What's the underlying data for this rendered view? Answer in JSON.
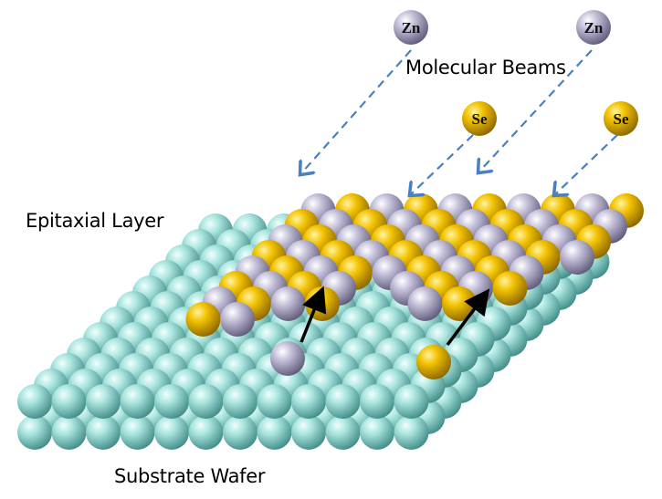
{
  "labels": {
    "molecular_beams": "Molecular Beams",
    "epitaxial_layer": "Epitaxial Layer",
    "substrate_wafer": "Substrate Wafer"
  },
  "beam_sources": [
    {
      "symbol": "Zn",
      "element": "zinc"
    },
    {
      "symbol": "Zn",
      "element": "zinc"
    },
    {
      "symbol": "Se",
      "element": "selenium"
    },
    {
      "symbol": "Se",
      "element": "selenium"
    }
  ],
  "colors": {
    "zn": "#c3bfd8",
    "se": "#f2c200",
    "substrate": "#a9e4de",
    "beam_arrow": "#4a7fc0",
    "arrow": "#000000"
  }
}
